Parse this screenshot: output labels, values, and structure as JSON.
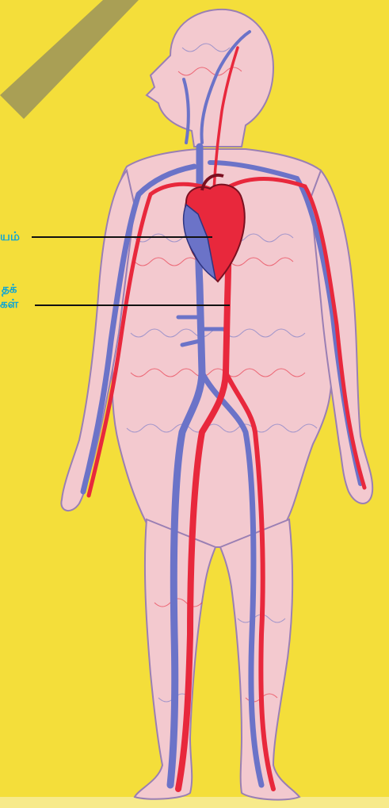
{
  "labels": {
    "heart": "யம்",
    "vessels_line1": "தக்",
    "vessels_line2": "கள்"
  },
  "colors": {
    "page_background": "#ffffff",
    "yellow_background": "#f4de3a",
    "body_fill": "#f3c9cf",
    "artery_red": "#e8283c",
    "vein_blue": "#6b73c8",
    "label_text": "#0aa4d8",
    "leader_line": "#111111",
    "watermark_gray": "#6b6b6b"
  },
  "icons": {
    "watermark": "diagonal-gray-stripe-watermark",
    "heart": "anatomical-heart"
  }
}
